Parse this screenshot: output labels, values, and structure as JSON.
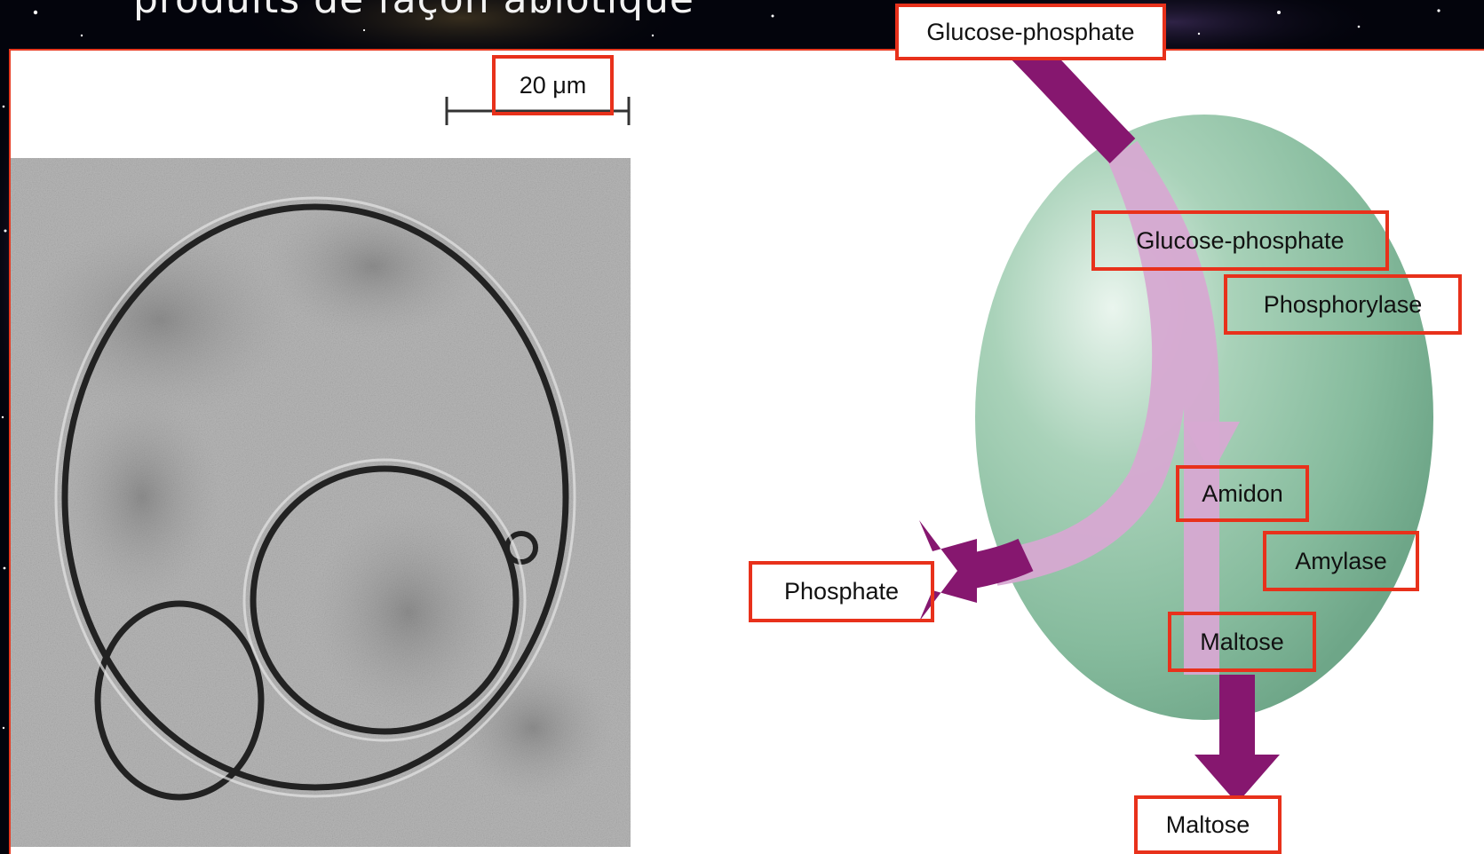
{
  "slide": {
    "title": "produits de façon abiotique"
  },
  "scale_bar": {
    "label": "20 μm"
  },
  "diagram": {
    "labels": {
      "glucose_phosphate_outside": "Glucose-phosphate",
      "glucose_phosphate_inside": "Glucose-phosphate",
      "phosphorylase": "Phosphorylase",
      "amidon": "Amidon",
      "amylase": "Amylase",
      "maltose_inside": "Maltose",
      "maltose_outside": "Maltose",
      "phosphate": "Phosphate"
    }
  },
  "colors": {
    "highlight_box": "#e8311b",
    "arrow_dark": "#86176f",
    "arrow_light": "#d7a9d2",
    "cell_green": "#8fc1a5"
  }
}
